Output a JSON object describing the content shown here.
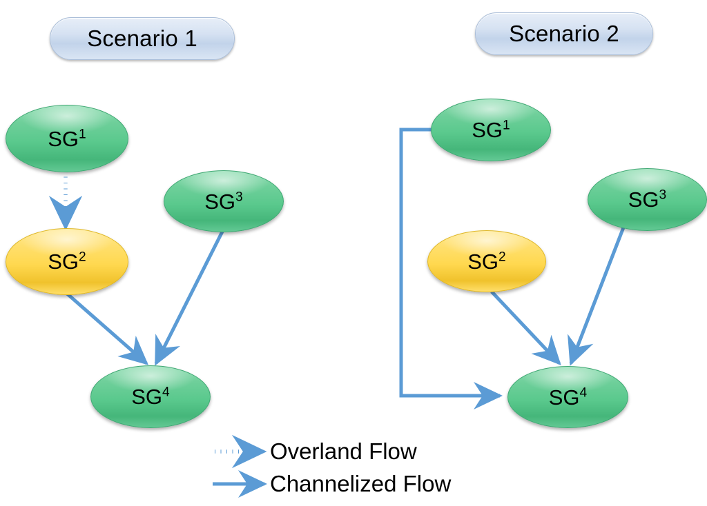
{
  "diagram": {
    "title_absent": true,
    "background_color": "#ffffff",
    "flow_color": "#5b9bd5",
    "node_green_color": "#5ac98d",
    "node_yellow_color": "#ffd84f",
    "label_pill_color": "#ccdcf0"
  },
  "scenarios": [
    {
      "id": "scenario-1",
      "label": "Scenario 1",
      "nodes": [
        {
          "id": "s1-sg1",
          "label": "SG",
          "sup": "1",
          "color": "green"
        },
        {
          "id": "s1-sg2",
          "label": "SG",
          "sup": "2",
          "color": "yellow"
        },
        {
          "id": "s1-sg3",
          "label": "SG",
          "sup": "3",
          "color": "green"
        },
        {
          "id": "s1-sg4",
          "label": "SG",
          "sup": "4",
          "color": "green"
        }
      ],
      "edges": [
        {
          "from": "SG1",
          "to": "SG2",
          "type": "overland"
        },
        {
          "from": "SG2",
          "to": "SG4",
          "type": "channelized"
        },
        {
          "from": "SG3",
          "to": "SG4",
          "type": "channelized"
        }
      ]
    },
    {
      "id": "scenario-2",
      "label": "Scenario 2",
      "nodes": [
        {
          "id": "s2-sg1",
          "label": "SG",
          "sup": "1",
          "color": "green"
        },
        {
          "id": "s2-sg2",
          "label": "SG",
          "sup": "2",
          "color": "yellow"
        },
        {
          "id": "s2-sg3",
          "label": "SG",
          "sup": "3",
          "color": "green"
        },
        {
          "id": "s2-sg4",
          "label": "SG",
          "sup": "4",
          "color": "green"
        }
      ],
      "edges": [
        {
          "from": "SG1",
          "to": "SG4",
          "type": "channelized"
        },
        {
          "from": "SG2",
          "to": "SG4",
          "type": "channelized"
        },
        {
          "from": "SG3",
          "to": "SG4",
          "type": "channelized"
        }
      ]
    }
  ],
  "legend": {
    "items": [
      {
        "id": "overland",
        "label": "Overland Flow",
        "style": "dotted"
      },
      {
        "id": "channelized",
        "label": "Channelized Flow",
        "style": "solid"
      }
    ]
  }
}
